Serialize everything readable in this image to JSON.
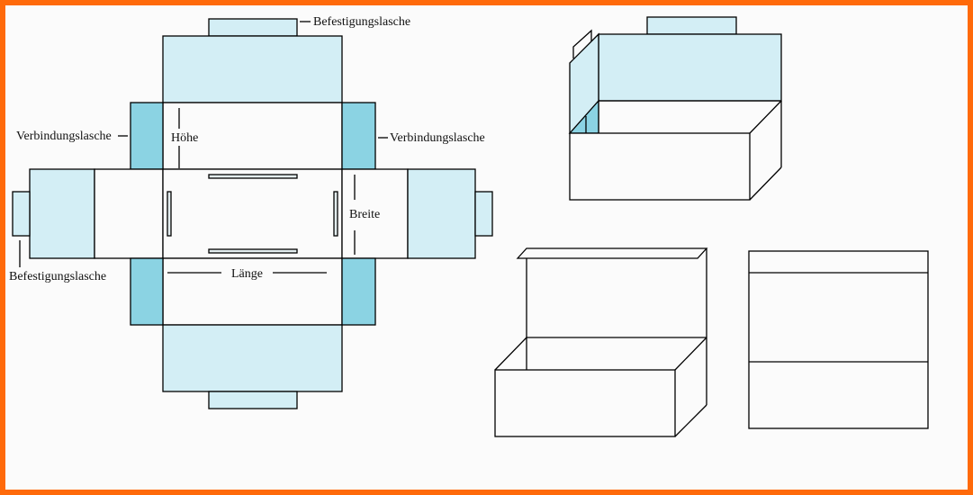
{
  "diagram": {
    "title": "Box net (Schachtel-Netz) with folding views",
    "colors": {
      "border": "#ff6a0a",
      "background": "#fbfbfb",
      "light_flap": "#d3eef5",
      "dark_flap": "#8bd3e3",
      "line": "#000000"
    },
    "labels": {
      "befestigungslasche_top": "Befestigungslasche",
      "befestigungslasche_left": "Befestigungslasche",
      "verbindungslasche_left": "Verbindungslasche",
      "verbindungslasche_right": "Verbindungslasche",
      "hoehe": "Höhe",
      "breite": "Breite",
      "laenge": "Länge"
    },
    "views": [
      {
        "name": "net",
        "description": "Flat cut-out net"
      },
      {
        "name": "folded-partial",
        "description": "Box with one side and lid flap raised"
      },
      {
        "name": "open-box",
        "description": "Open box with lid frame"
      },
      {
        "name": "closed-box-front",
        "description": "Closed box front view"
      }
    ]
  }
}
